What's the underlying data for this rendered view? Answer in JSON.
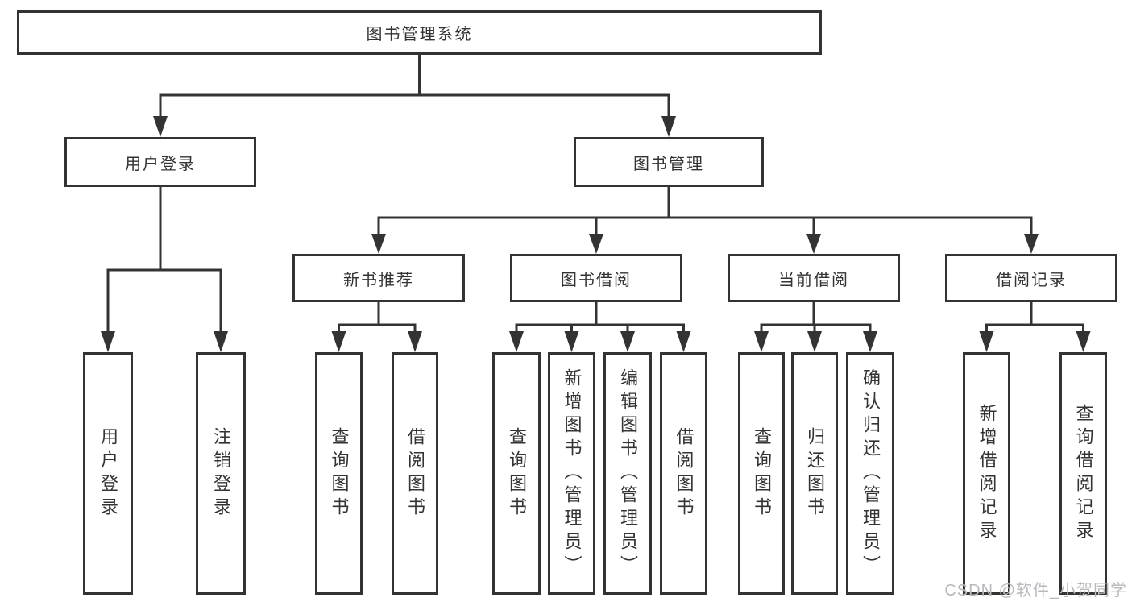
{
  "nodes": {
    "root": "图书管理系统",
    "user_login": "用户登录",
    "book_management": "图书管理",
    "new_book_recommend": "新书推荐",
    "book_borrowing": "图书借阅",
    "current_borrowing": "当前借阅",
    "borrowing_records": "借阅记录",
    "leaf_user_login": "用户登录",
    "leaf_logout": "注销登录",
    "leaf_query_books_a": "查询图书",
    "leaf_borrow_books_a": "借阅图书",
    "leaf_query_books_b": "查询图书",
    "leaf_add_books_admin": "新增图书（管理员）",
    "leaf_edit_books_admin": "编辑图书（管理员）",
    "leaf_borrow_books_b": "借阅图书",
    "leaf_query_books_c": "查询图书",
    "leaf_return_books": "归还图书",
    "leaf_confirm_return_admin": "确认归还（管理员）",
    "leaf_add_borrow_record": "新增借阅记录",
    "leaf_query_borrow_record": "查询借阅记录"
  },
  "watermark": "CSDN @软件_小贺同学",
  "colors": {
    "line": "#333333",
    "box_border": "#333333",
    "text": "#333333",
    "watermark": "#b9b9bd",
    "background": "#ffffff"
  }
}
